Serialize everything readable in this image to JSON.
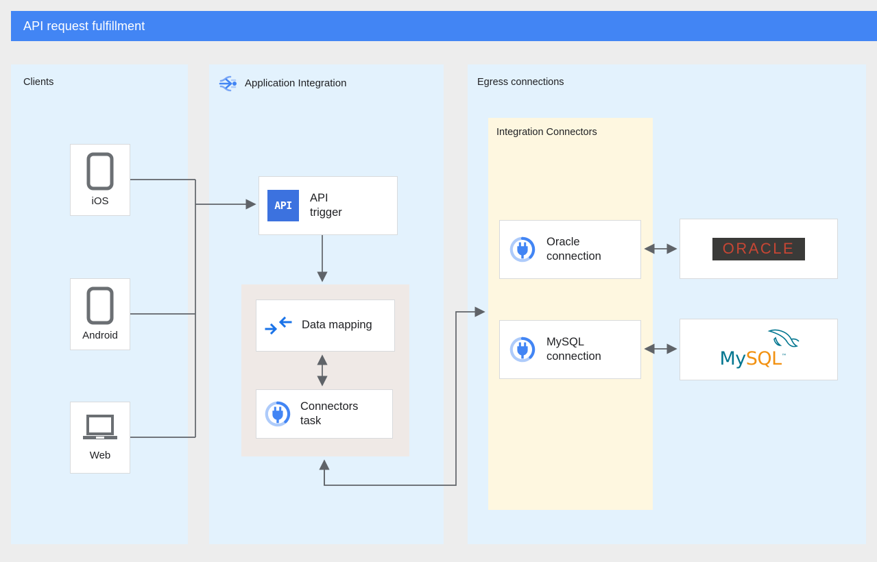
{
  "header": {
    "title": "API request fulfillment",
    "bar_color": "#4285f4"
  },
  "panels": {
    "clients": {
      "label": "Clients",
      "bg_color": "#e3f2fd"
    },
    "application_integration": {
      "label": "Application Integration",
      "icon": "application-integration-icon",
      "bg_color": "#e3f2fd"
    },
    "egress": {
      "label": "Egress connections",
      "bg_color": "#e3f2fd"
    },
    "integration_connectors": {
      "label": "Integration Connectors",
      "bg_color": "#fef7e0"
    }
  },
  "clients": [
    {
      "label": "iOS",
      "icon": "mobile-phone-icon"
    },
    {
      "label": "Android",
      "icon": "mobile-phone-icon"
    },
    {
      "label": "Web",
      "icon": "laptop-icon"
    }
  ],
  "integration_tasks": [
    {
      "label": "API\ntrigger",
      "icon": "api-trigger-icon",
      "badge_text": "API",
      "badge_color": "#3c72df"
    },
    {
      "label": "Data mapping",
      "icon": "data-mapping-icon"
    },
    {
      "label": "Connectors\ntask",
      "icon": "connectors-plug-icon"
    }
  ],
  "connections": [
    {
      "label": "Oracle\nconnection",
      "icon": "connectors-plug-icon"
    },
    {
      "label": "MySQL\nconnection",
      "icon": "connectors-plug-icon"
    }
  ],
  "backends": [
    {
      "name": "oracle-logo",
      "text": "ORACLE",
      "text_color": "#c74634",
      "bg_color": "#3a3a38"
    },
    {
      "name": "mysql-logo",
      "text_primary": "My",
      "text_secondary": "SQL",
      "trademark": "™",
      "primary_color": "#00758f",
      "secondary_color": "#f29111"
    }
  ],
  "colors": {
    "page_bg": "#ededed",
    "panel_blue": "#e3f2fd",
    "group_yellow": "#fef7e0",
    "group_beige": "#efe9e6",
    "arrow_gray": "#5f6368",
    "accent_blue": "#1a73e8"
  }
}
